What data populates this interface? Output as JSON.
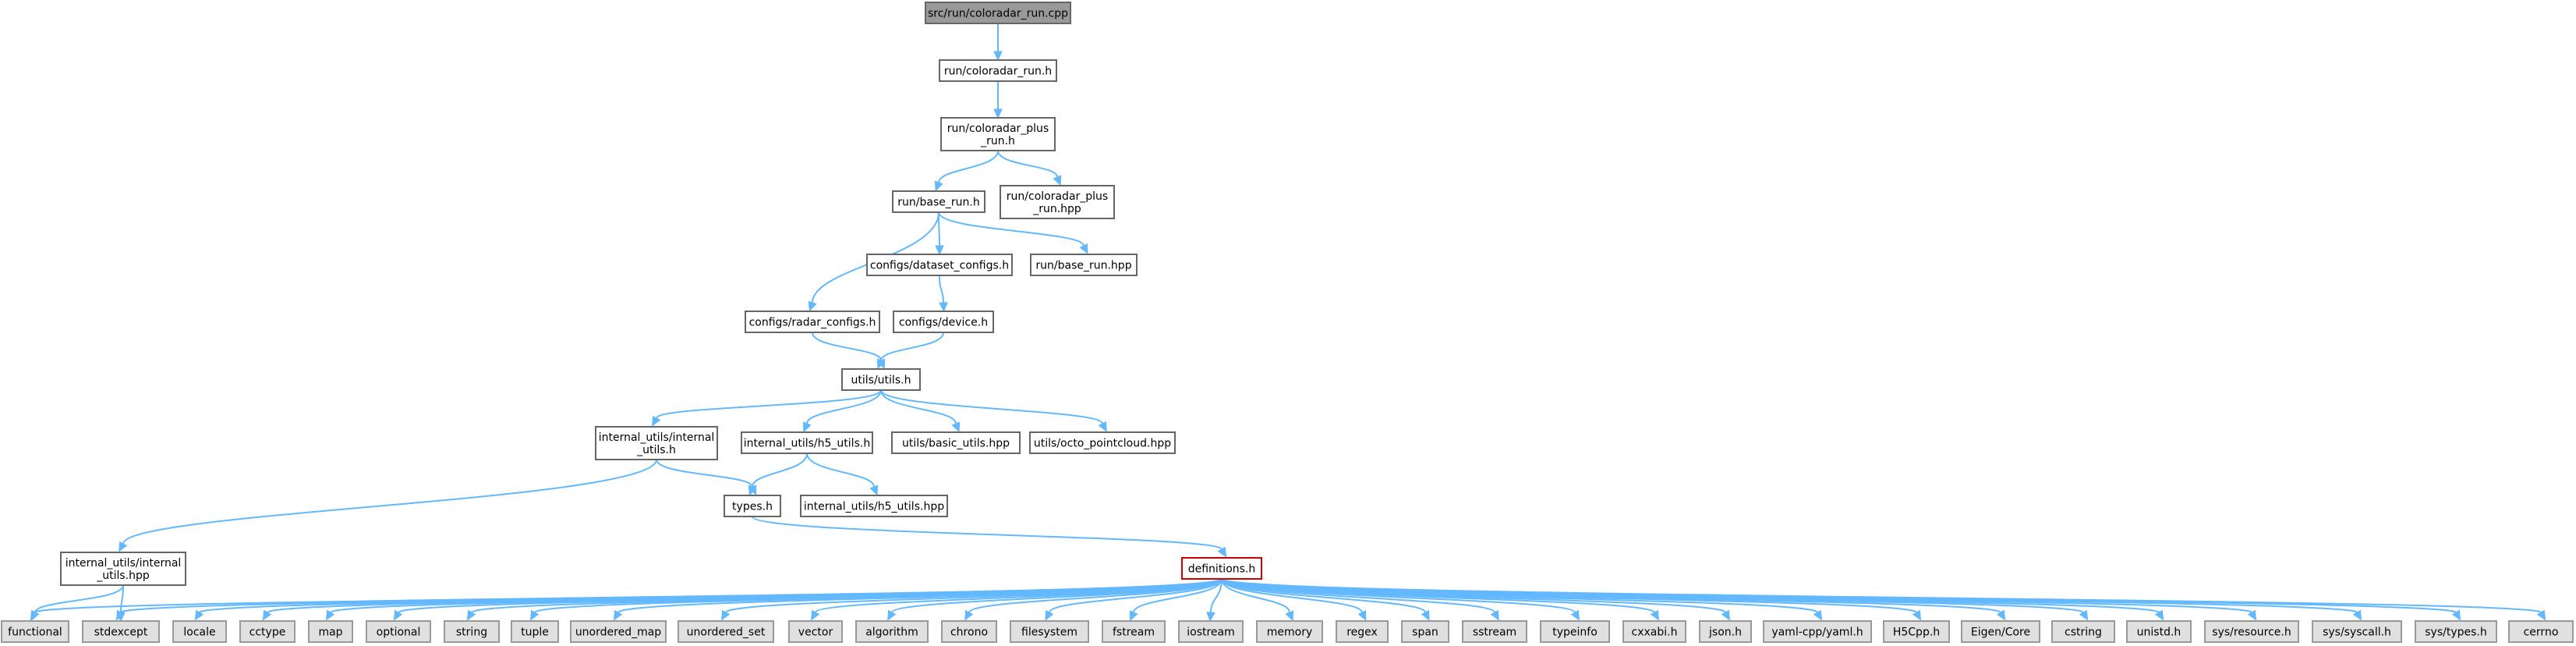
{
  "graph": {
    "nodes": [
      {
        "id": "n_root",
        "label": [
          "src/run/coloradar_run.cpp"
        ],
        "kind": "root"
      },
      {
        "id": "n_run",
        "label": [
          "run/coloradar_run.h"
        ],
        "kind": "normal"
      },
      {
        "id": "n_plus",
        "label": [
          "run/coloradar_plus",
          "_run.h"
        ],
        "kind": "normal"
      },
      {
        "id": "n_base",
        "label": [
          "run/base_run.h"
        ],
        "kind": "normal"
      },
      {
        "id": "n_plushpp",
        "label": [
          "run/coloradar_plus",
          "_run.hpp"
        ],
        "kind": "normal"
      },
      {
        "id": "n_dataset",
        "label": [
          "configs/dataset_configs.h"
        ],
        "kind": "normal"
      },
      {
        "id": "n_basehpp",
        "label": [
          "run/base_run.hpp"
        ],
        "kind": "normal"
      },
      {
        "id": "n_radar",
        "label": [
          "configs/radar_configs.h"
        ],
        "kind": "normal"
      },
      {
        "id": "n_device",
        "label": [
          "configs/device.h"
        ],
        "kind": "normal"
      },
      {
        "id": "n_utils",
        "label": [
          "utils/utils.h"
        ],
        "kind": "normal"
      },
      {
        "id": "n_iuh",
        "label": [
          "internal_utils/internal",
          "_utils.h"
        ],
        "kind": "normal"
      },
      {
        "id": "n_h5h",
        "label": [
          "internal_utils/h5_utils.h"
        ],
        "kind": "normal"
      },
      {
        "id": "n_basic",
        "label": [
          "utils/basic_utils.hpp"
        ],
        "kind": "normal"
      },
      {
        "id": "n_octo",
        "label": [
          "utils/octo_pointcloud.hpp"
        ],
        "kind": "normal"
      },
      {
        "id": "n_types",
        "label": [
          "types.h"
        ],
        "kind": "normal"
      },
      {
        "id": "n_h5hpp",
        "label": [
          "internal_utils/h5_utils.hpp"
        ],
        "kind": "normal"
      },
      {
        "id": "n_iuhpp",
        "label": [
          "internal_utils/internal",
          "_utils.hpp"
        ],
        "kind": "normal"
      },
      {
        "id": "n_defs",
        "label": [
          "definitions.h"
        ],
        "kind": "highlight"
      },
      {
        "id": "l_functional",
        "label": [
          "functional"
        ],
        "kind": "leaf"
      },
      {
        "id": "l_stdexcept",
        "label": [
          "stdexcept"
        ],
        "kind": "leaf"
      },
      {
        "id": "l_locale",
        "label": [
          "locale"
        ],
        "kind": "leaf"
      },
      {
        "id": "l_cctype",
        "label": [
          "cctype"
        ],
        "kind": "leaf"
      },
      {
        "id": "l_map",
        "label": [
          "map"
        ],
        "kind": "leaf"
      },
      {
        "id": "l_optional",
        "label": [
          "optional"
        ],
        "kind": "leaf"
      },
      {
        "id": "l_string",
        "label": [
          "string"
        ],
        "kind": "leaf"
      },
      {
        "id": "l_tuple",
        "label": [
          "tuple"
        ],
        "kind": "leaf"
      },
      {
        "id": "l_umap",
        "label": [
          "unordered_map"
        ],
        "kind": "leaf"
      },
      {
        "id": "l_uset",
        "label": [
          "unordered_set"
        ],
        "kind": "leaf"
      },
      {
        "id": "l_vector",
        "label": [
          "vector"
        ],
        "kind": "leaf"
      },
      {
        "id": "l_algorithm",
        "label": [
          "algorithm"
        ],
        "kind": "leaf"
      },
      {
        "id": "l_chrono",
        "label": [
          "chrono"
        ],
        "kind": "leaf"
      },
      {
        "id": "l_filesystem",
        "label": [
          "filesystem"
        ],
        "kind": "leaf"
      },
      {
        "id": "l_fstream",
        "label": [
          "fstream"
        ],
        "kind": "leaf"
      },
      {
        "id": "l_iostream",
        "label": [
          "iostream"
        ],
        "kind": "leaf"
      },
      {
        "id": "l_memory",
        "label": [
          "memory"
        ],
        "kind": "leaf"
      },
      {
        "id": "l_regex",
        "label": [
          "regex"
        ],
        "kind": "leaf"
      },
      {
        "id": "l_span",
        "label": [
          "span"
        ],
        "kind": "leaf"
      },
      {
        "id": "l_sstream",
        "label": [
          "sstream"
        ],
        "kind": "leaf"
      },
      {
        "id": "l_typeinfo",
        "label": [
          "typeinfo"
        ],
        "kind": "leaf"
      },
      {
        "id": "l_cxxabi",
        "label": [
          "cxxabi.h"
        ],
        "kind": "leaf"
      },
      {
        "id": "l_json",
        "label": [
          "json.h"
        ],
        "kind": "leaf"
      },
      {
        "id": "l_yaml",
        "label": [
          "yaml-cpp/yaml.h"
        ],
        "kind": "leaf"
      },
      {
        "id": "l_h5cpp",
        "label": [
          "H5Cpp.h"
        ],
        "kind": "leaf"
      },
      {
        "id": "l_eigen",
        "label": [
          "Eigen/Core"
        ],
        "kind": "leaf"
      },
      {
        "id": "l_cstring",
        "label": [
          "cstring"
        ],
        "kind": "leaf"
      },
      {
        "id": "l_unistd",
        "label": [
          "unistd.h"
        ],
        "kind": "leaf"
      },
      {
        "id": "l_resource",
        "label": [
          "sys/resource.h"
        ],
        "kind": "leaf"
      },
      {
        "id": "l_syscall",
        "label": [
          "sys/syscall.h"
        ],
        "kind": "leaf"
      },
      {
        "id": "l_systypes",
        "label": [
          "sys/types.h"
        ],
        "kind": "leaf"
      },
      {
        "id": "l_cerrno",
        "label": [
          "cerrno"
        ],
        "kind": "leaf"
      }
    ],
    "edges": [
      [
        "n_root",
        "n_run"
      ],
      [
        "n_run",
        "n_plus"
      ],
      [
        "n_plus",
        "n_base"
      ],
      [
        "n_plus",
        "n_plushpp"
      ],
      [
        "n_base",
        "n_dataset"
      ],
      [
        "n_base",
        "n_basehpp"
      ],
      [
        "n_base",
        "n_radar"
      ],
      [
        "n_dataset",
        "n_device"
      ],
      [
        "n_radar",
        "n_utils"
      ],
      [
        "n_device",
        "n_utils"
      ],
      [
        "n_utils",
        "n_iuh"
      ],
      [
        "n_utils",
        "n_h5h"
      ],
      [
        "n_utils",
        "n_basic"
      ],
      [
        "n_utils",
        "n_octo"
      ],
      [
        "n_iuh",
        "n_types"
      ],
      [
        "n_iuh",
        "n_iuhpp"
      ],
      [
        "n_h5h",
        "n_types"
      ],
      [
        "n_h5h",
        "n_h5hpp"
      ],
      [
        "n_types",
        "n_defs"
      ],
      [
        "n_iuhpp",
        "l_functional"
      ],
      [
        "n_iuhpp",
        "l_stdexcept"
      ],
      [
        "n_defs",
        "l_functional"
      ],
      [
        "n_defs",
        "l_stdexcept"
      ],
      [
        "n_defs",
        "l_locale"
      ],
      [
        "n_defs",
        "l_cctype"
      ],
      [
        "n_defs",
        "l_map"
      ],
      [
        "n_defs",
        "l_optional"
      ],
      [
        "n_defs",
        "l_string"
      ],
      [
        "n_defs",
        "l_tuple"
      ],
      [
        "n_defs",
        "l_umap"
      ],
      [
        "n_defs",
        "l_uset"
      ],
      [
        "n_defs",
        "l_vector"
      ],
      [
        "n_defs",
        "l_algorithm"
      ],
      [
        "n_defs",
        "l_chrono"
      ],
      [
        "n_defs",
        "l_filesystem"
      ],
      [
        "n_defs",
        "l_fstream"
      ],
      [
        "n_defs",
        "l_iostream"
      ],
      [
        "n_defs",
        "l_memory"
      ],
      [
        "n_defs",
        "l_regex"
      ],
      [
        "n_defs",
        "l_span"
      ],
      [
        "n_defs",
        "l_sstream"
      ],
      [
        "n_defs",
        "l_typeinfo"
      ],
      [
        "n_defs",
        "l_cxxabi"
      ],
      [
        "n_defs",
        "l_json"
      ],
      [
        "n_defs",
        "l_yaml"
      ],
      [
        "n_defs",
        "l_h5cpp"
      ],
      [
        "n_defs",
        "l_eigen"
      ],
      [
        "n_defs",
        "l_cstring"
      ],
      [
        "n_defs",
        "l_unistd"
      ],
      [
        "n_defs",
        "l_resource"
      ],
      [
        "n_defs",
        "l_syscall"
      ],
      [
        "n_defs",
        "l_systypes"
      ],
      [
        "n_defs",
        "l_cerrno"
      ]
    ]
  }
}
